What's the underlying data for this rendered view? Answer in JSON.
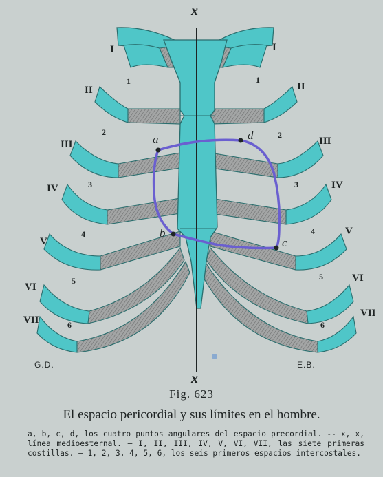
{
  "axis_label_top": "x",
  "axis_label_bottom": "x",
  "rib_labels_left": [
    "I",
    "II",
    "III",
    "IV",
    "V",
    "VI",
    "VII"
  ],
  "rib_labels_right": [
    "I",
    "II",
    "III",
    "IV",
    "V",
    "VI",
    "VII"
  ],
  "space_numbers_left": [
    "1",
    "2",
    "3",
    "4",
    "5",
    "6"
  ],
  "space_numbers_right": [
    "1",
    "2",
    "3",
    "4",
    "5",
    "6"
  ],
  "points": {
    "a": "a",
    "b": "b",
    "c": "c",
    "d": "d"
  },
  "side_left": "G.D.",
  "side_right": "E.B.",
  "figure_number": "Fig. 623",
  "caption_title": "El espacio pericordial y sus límites en el hombre.",
  "legend": "a, b, c, d, los cuatro puntos angulares del espacio precordial. -- x, x, línea medioesternal. — I, II, III, IV, V, VI, VII, las siete primeras costillas. — 1, 2, 3, 4, 5, 6, los seis primeros espacios intercostales.",
  "colors": {
    "bone": "#4fc6c8",
    "cartilage": "#9a9c9c",
    "outline": "#2a6e6e",
    "pericardial_line": "#6a5fd0",
    "background": "#c9d0cf"
  }
}
